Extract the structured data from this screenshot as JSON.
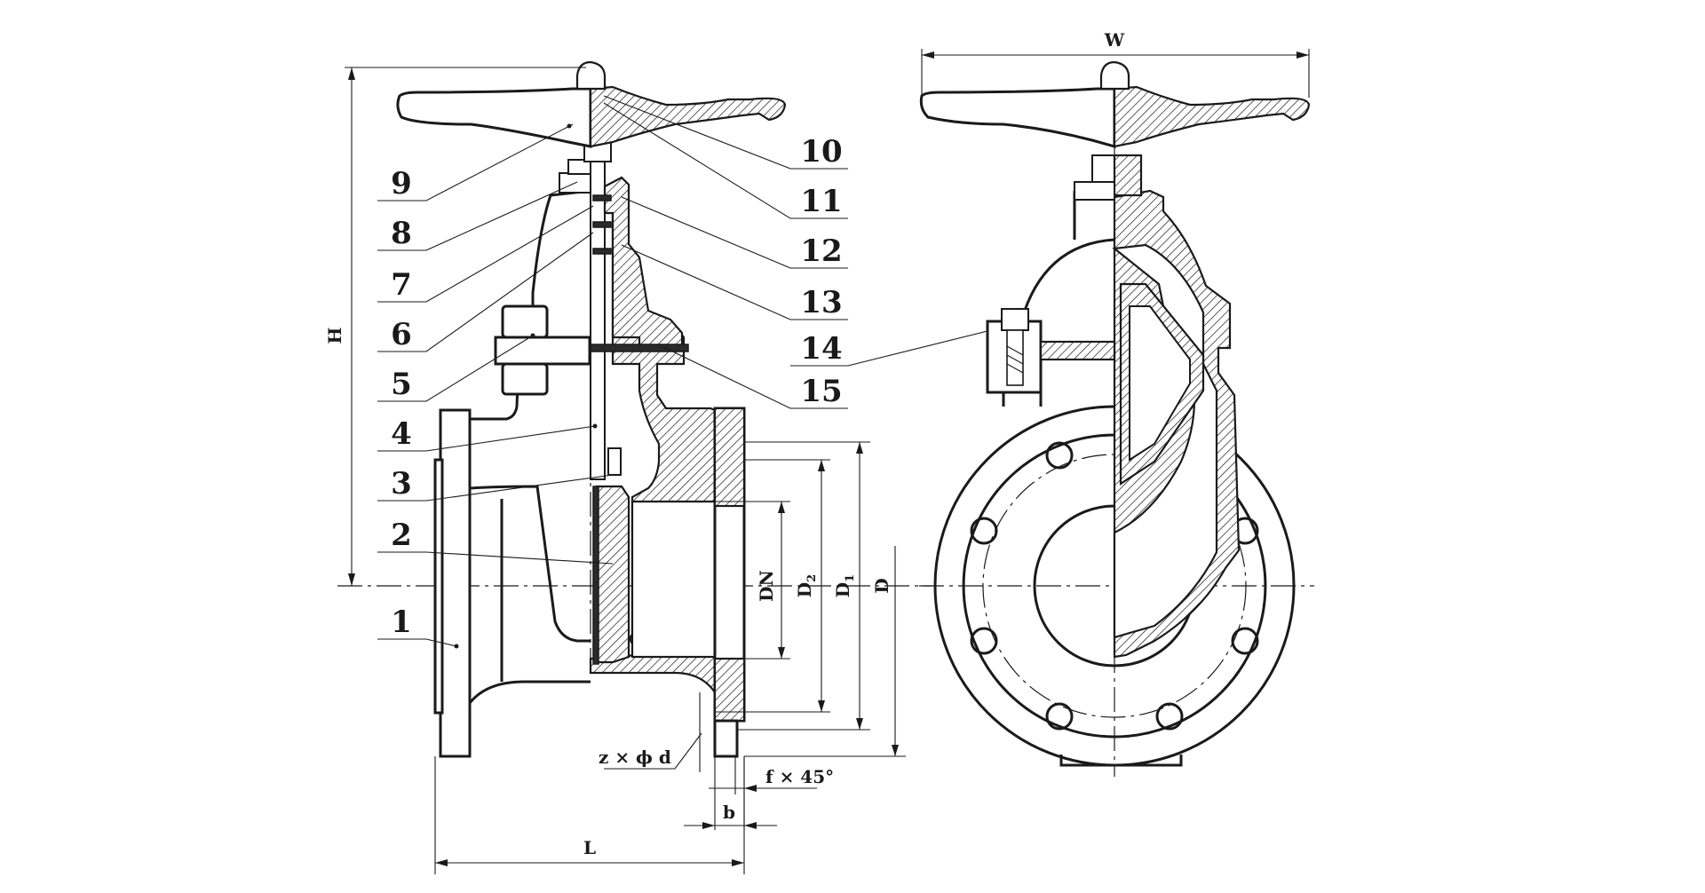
{
  "part_labels": [
    "1",
    "2",
    "3",
    "4",
    "5",
    "6",
    "7",
    "8",
    "9",
    "10",
    "11",
    "12",
    "13",
    "14",
    "15"
  ],
  "dimensions": {
    "H": "H",
    "W": "W",
    "L": "L",
    "D": "D",
    "D1": "D",
    "D1_sub": "1",
    "D2": "D",
    "D2_sub": "2",
    "DN": "DN",
    "b": "b",
    "bolt_holes": "z × ϕ d",
    "chamfer": "f × 45°"
  }
}
